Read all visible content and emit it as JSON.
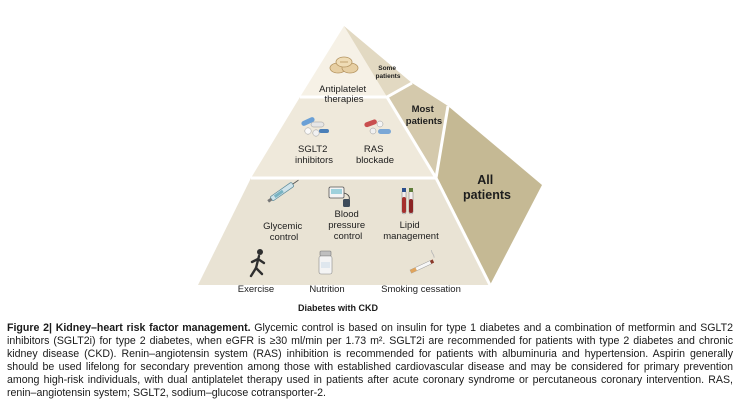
{
  "pyramid": {
    "tier_top": {
      "label": [
        "Antiplatelet",
        "therapies"
      ],
      "side_label": [
        "Some",
        "patients"
      ]
    },
    "tier_mid": {
      "items": [
        {
          "label": [
            "SGLT2",
            "inhibitors"
          ],
          "icon": "pills-icon"
        },
        {
          "label": [
            "RAS",
            "blockade"
          ],
          "icon": "pills-icon"
        }
      ],
      "side_label": [
        "Most",
        "patients"
      ]
    },
    "tier_base": {
      "items": [
        {
          "label": [
            "Glycemic",
            "control"
          ],
          "icon": "syringe-icon"
        },
        {
          "label": [
            "Blood",
            "pressure",
            "control"
          ],
          "icon": "blood-pressure-monitor-icon"
        },
        {
          "label": [
            "Lipid",
            "management"
          ],
          "icon": "test-tubes-icon"
        },
        {
          "label": [
            "Exercise"
          ],
          "icon": "runner-icon"
        },
        {
          "label": [
            "Nutrition"
          ],
          "icon": "salt-shaker-icon"
        },
        {
          "label": [
            "Smoking cessation"
          ],
          "icon": "cigarette-icon"
        }
      ],
      "side_label": [
        "All",
        "patients"
      ]
    },
    "base_label": "Diabetes with CKD"
  },
  "caption": {
    "label": "Figure 2|",
    "title": "Kidney–heart risk factor management.",
    "body": "Glycemic control is based on insulin for type 1 diabetes and a combination of metformin and SGLT2 inhibitors (SGLT2i) for type 2 diabetes, when eGFR is ≥30 ml/min per 1.73 m². SGLT2i are recommended for patients with type 2 diabetes and chronic kidney disease (CKD). Renin–angiotensin system (RAS) inhibition is recommended for patients with albuminuria and hypertension. Aspirin generally should be used lifelong for secondary prevention among those with established cardiovascular disease and may be considered for primary prevention among high-risk individuals, with dual antiplatelet therapy used in patients after acute coronary syndrome or percutaneous coronary intervention. RAS, renin–angiotensin system; SGLT2, sodium–glucose cotransporter-2."
  },
  "colors": {
    "front_top": "#f6f1e6",
    "front_mid": "#efe9db",
    "front_base": "#e9e3d4",
    "side_top": "#e2d9c2",
    "side_mid": "#d4c9ac",
    "side_base": "#c5b994",
    "edge": "#ffffff"
  }
}
